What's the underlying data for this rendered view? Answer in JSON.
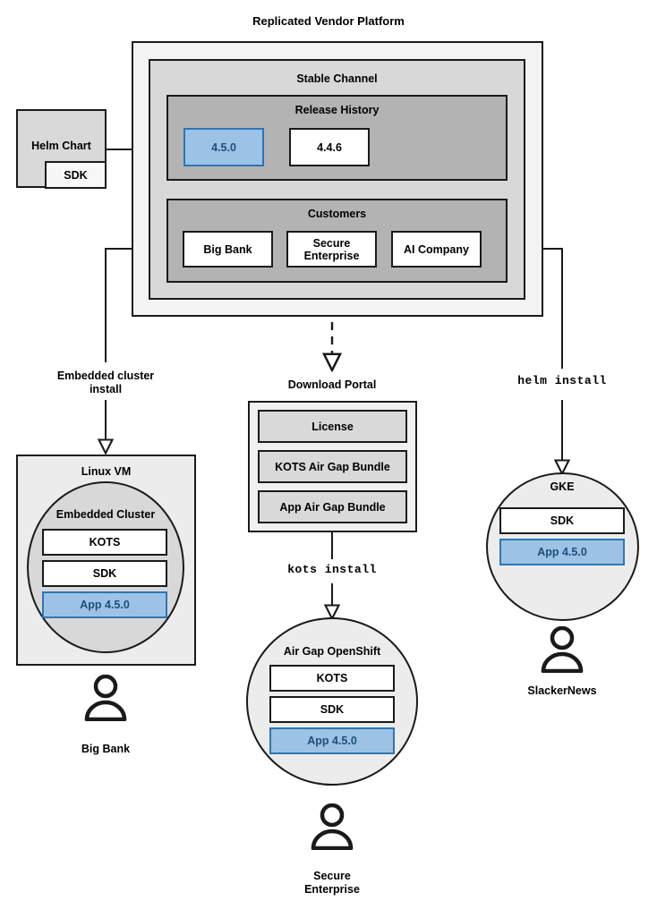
{
  "diagram": {
    "title": "Replicated Vendor Platform",
    "accent_blue_fill": "#9cc3e5",
    "accent_blue_border": "#2e75b6",
    "accent_blue_text": "#1f4e79"
  },
  "helm_chart": {
    "label": "Helm Chart",
    "sdk_label": "SDK"
  },
  "platform": {
    "channel_title": "Stable Channel",
    "release_history": {
      "title": "Release History",
      "releases": [
        {
          "version": "4.5.0",
          "highlighted": true
        },
        {
          "version": "4.4.6",
          "highlighted": false
        }
      ]
    },
    "customers": {
      "title": "Customers",
      "items": [
        {
          "name": "Big Bank"
        },
        {
          "name": "Secure\nEnterprise"
        },
        {
          "name": "AI Company"
        }
      ]
    }
  },
  "connectors": {
    "embedded_cluster_install": "Embedded cluster\ninstall",
    "kots_install": "kots install",
    "helm_install": "helm install"
  },
  "linux_vm": {
    "title": "Linux VM",
    "cluster_title": "Embedded Cluster",
    "components": [
      {
        "label": "KOTS",
        "highlighted": false
      },
      {
        "label": "SDK",
        "highlighted": false
      },
      {
        "label": "App 4.5.0",
        "highlighted": true
      }
    ],
    "customer": "Big Bank"
  },
  "download_portal": {
    "title": "Download Portal",
    "artifacts": [
      {
        "label": "License"
      },
      {
        "label": "KOTS Air Gap Bundle"
      },
      {
        "label": "App Air Gap Bundle"
      }
    ]
  },
  "airgap_openshift": {
    "title": "Air Gap OpenShift",
    "components": [
      {
        "label": "KOTS",
        "highlighted": false
      },
      {
        "label": "SDK",
        "highlighted": false
      },
      {
        "label": "App 4.5.0",
        "highlighted": true
      }
    ],
    "customer": "Secure\nEnterprise"
  },
  "gke": {
    "title": "GKE",
    "components": [
      {
        "label": "SDK",
        "highlighted": false
      },
      {
        "label": "App 4.5.0",
        "highlighted": true
      }
    ],
    "customer": "SlackerNews"
  }
}
